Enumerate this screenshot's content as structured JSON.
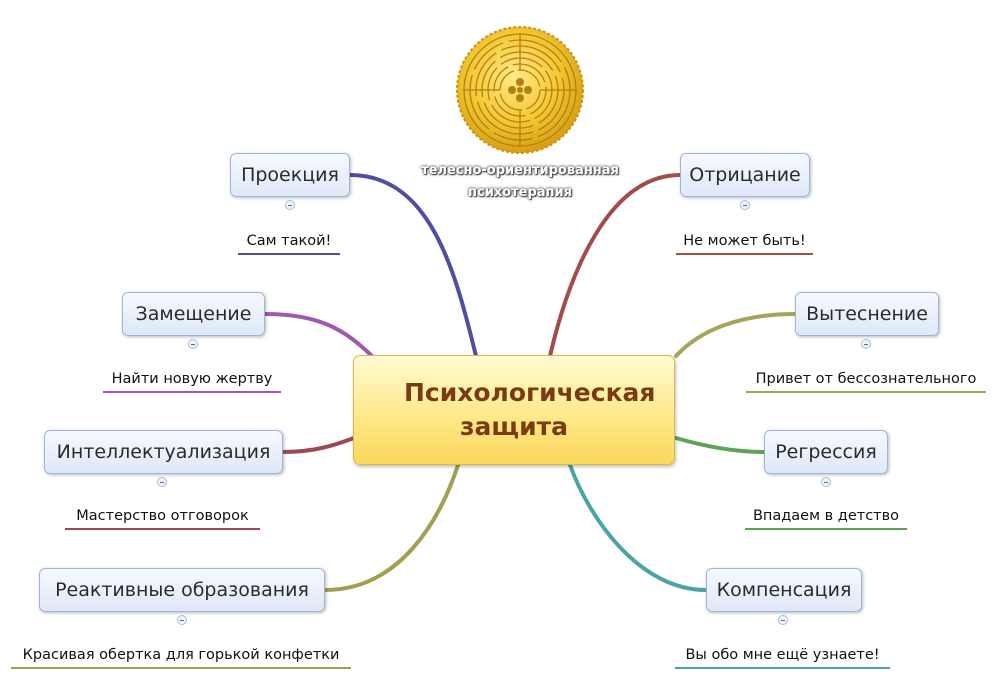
{
  "center": {
    "line1": "Психологическая",
    "line2": "защита"
  },
  "logo_caption": {
    "line1": "телесно-ориентированная",
    "line2": "психотерапия"
  },
  "topics": [
    {
      "id": "proektsiya",
      "label": "Проекция",
      "sub": "Сам такой!",
      "color": "#4f4ea1"
    },
    {
      "id": "zameshchenie",
      "label": "Замещение",
      "sub": "Найти новую жертву",
      "color": "#a159ad"
    },
    {
      "id": "intellektualizatsiya",
      "label": "Интеллектуализация",
      "sub": "Мастерство отговорок",
      "color": "#9a4a55"
    },
    {
      "id": "reaktivnye",
      "label": "Реактивные образования",
      "sub": "Красивая обертка для горькой конфетки",
      "color": "#a0a050"
    },
    {
      "id": "otritsanie",
      "label": "Отрицание",
      "sub": "Не может быть!",
      "color": "#a24d4a"
    },
    {
      "id": "vytesnenie",
      "label": "Вытеснение",
      "sub": "Привет от бессознательного",
      "color": "#a4a55a"
    },
    {
      "id": "regressiya",
      "label": "Регрессия",
      "sub": "Впадаем в детство",
      "color": "#5ea25a"
    },
    {
      "id": "kompensatsiya",
      "label": "Компенсация",
      "sub": "Вы обо мне ещё узнаете!",
      "color": "#4aa3a4"
    }
  ]
}
